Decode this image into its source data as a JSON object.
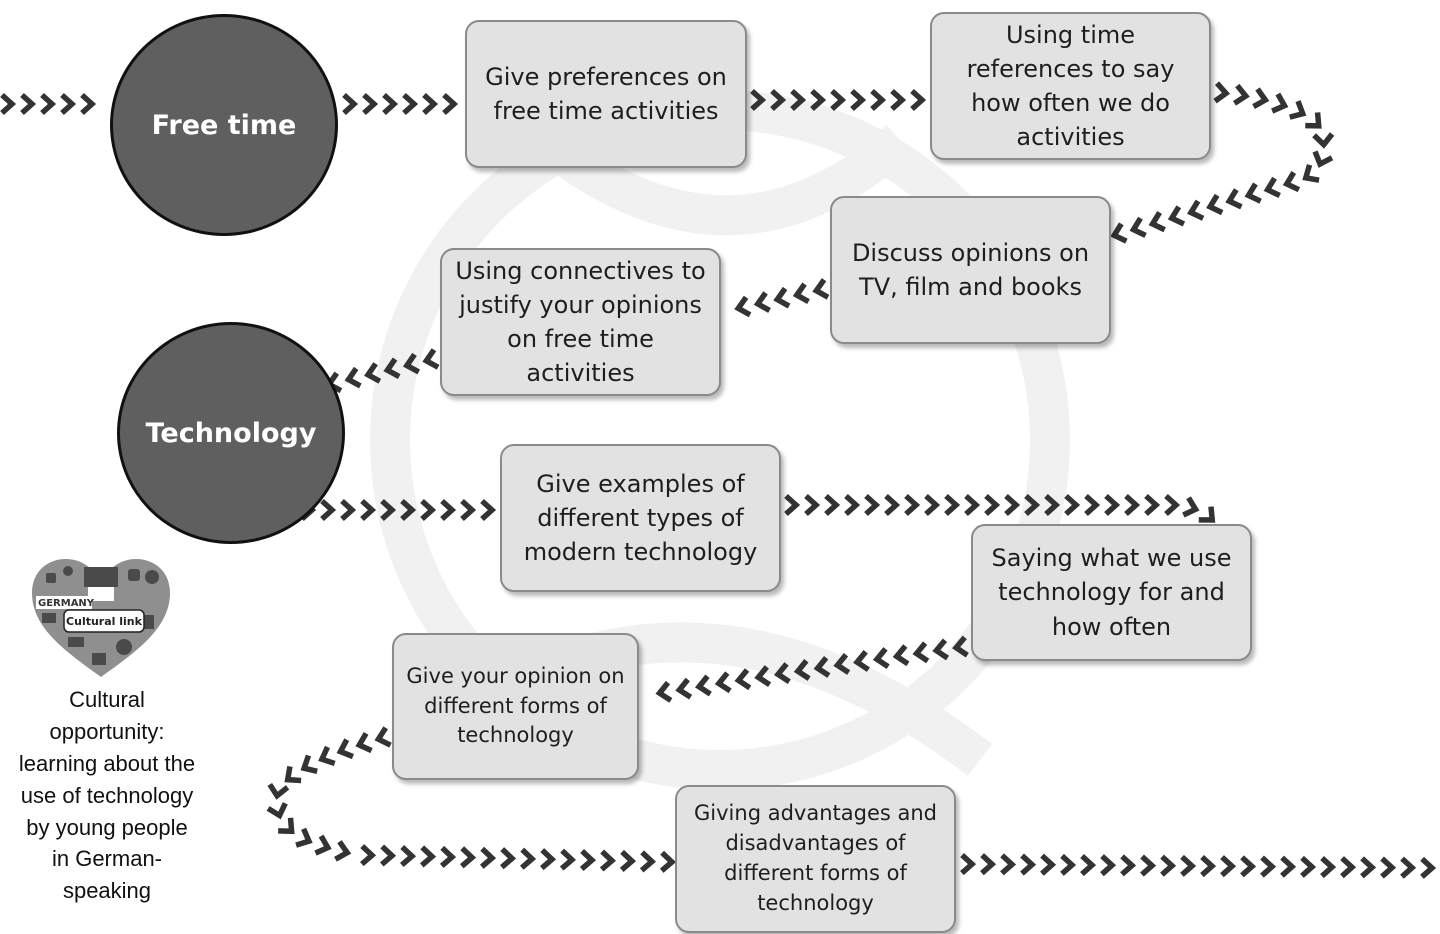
{
  "nodes": {
    "free_time": "Free time",
    "technology": "Technology"
  },
  "steps": {
    "s1": "Give preferences on free time activities",
    "s2": "Using time references to say how often we do activities",
    "s3": "Discuss opinions on TV, film and books",
    "s4": "Using connectives to justify your opinions on free time activities",
    "s5": "Give examples of different types of modern technology",
    "s6": "Saying what we use technology for and how often",
    "s7": "Give your opinion on different forms of technology",
    "s8": "Giving advantages and disadvantages of different forms of technology"
  },
  "cultural": {
    "logo_top": "GERMANY",
    "logo_label": "Cultural link",
    "text": "Cultural opportunity: learning about the use of technology by young people in German-speaking"
  },
  "colors": {
    "node_fill": "#5f5f5f",
    "box_fill": "#e2e2e2",
    "chevron": "#333333"
  }
}
